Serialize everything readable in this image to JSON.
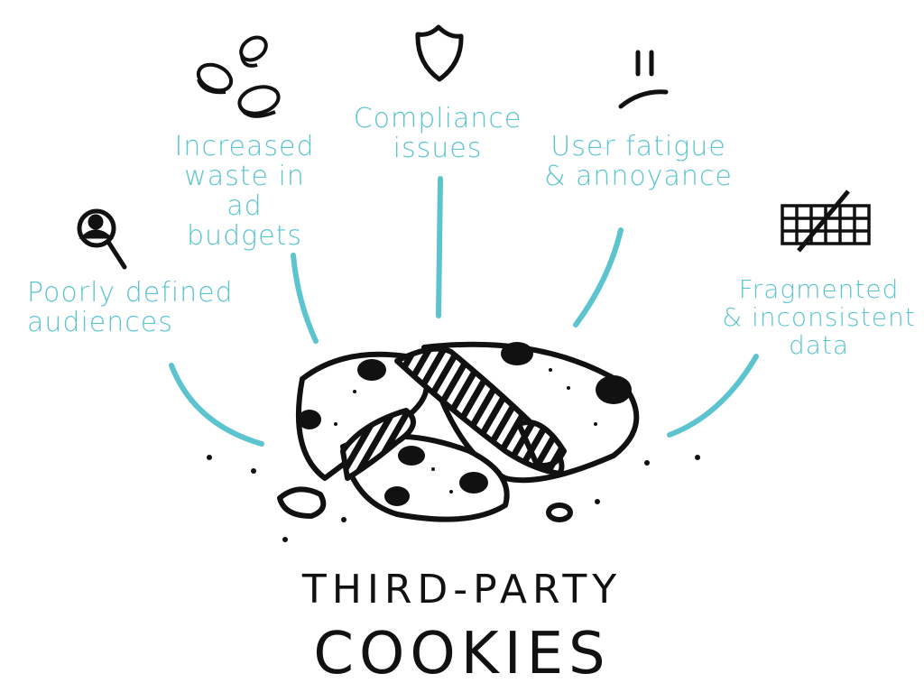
{
  "title": {
    "line1": "THIRD-PARTY",
    "line2": "COOKIES"
  },
  "issues": [
    {
      "label": "Poorly defined\naudiences",
      "icon": "magnifier-person-icon"
    },
    {
      "label": "Increased\nwaste in\nad budgets",
      "icon": "coins-icon"
    },
    {
      "label": "Compliance\nissues",
      "icon": "shield-icon"
    },
    {
      "label": "User fatigue\n& annoyance",
      "icon": "unhappy-face-icon"
    },
    {
      "label": "Fragmented\n& inconsistent\ndata",
      "icon": "broken-grid-icon"
    }
  ],
  "colors": {
    "accent": "#5bc4cf",
    "ink": "#111111"
  }
}
